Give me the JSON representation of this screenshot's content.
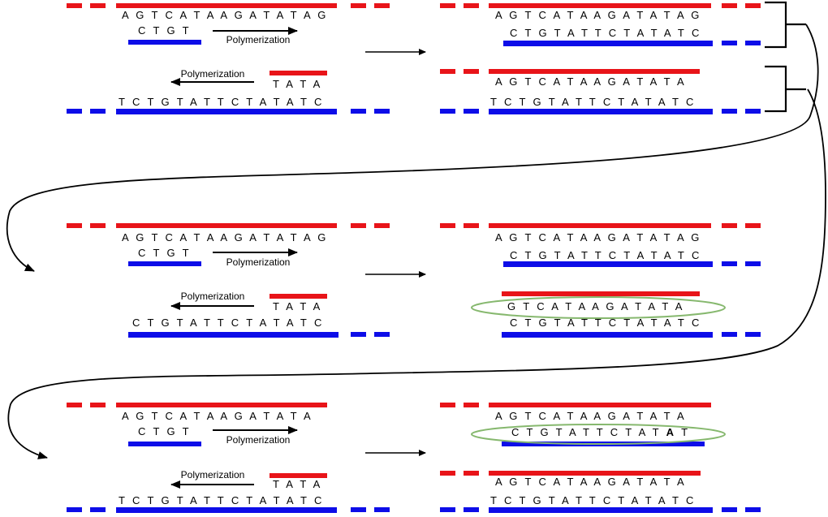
{
  "labels": {
    "polymerization": "Polymerization"
  },
  "sequences": {
    "top_template_full": "A G T C A T A A G A T A T A G",
    "top_template_short": "A G T C A T A A G A T A T A",
    "bottom_template_full": "T C T G T A T T C T A T A T C",
    "bottom_product": "C T G T A T T C T A T A T C",
    "fwd_primer": "C T G T",
    "rev_primer": "T A T A",
    "amplicon_top": "G T C A T A A G A T A T A",
    "amplicon_bottom_pre": "C T G T A T T C T A T ",
    "amplicon_bottom_bold": "A",
    "amplicon_bottom_post": " T"
  },
  "colors": {
    "red_strand": "#e81419",
    "blue_strand": "#0d0de8",
    "highlight_green": "#86b86e",
    "line_black": "#000000"
  }
}
